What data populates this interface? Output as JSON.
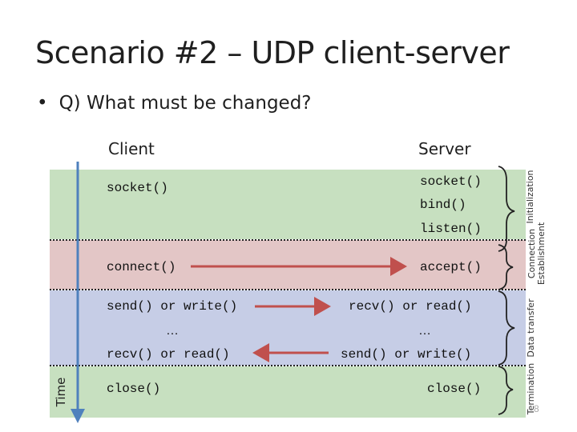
{
  "title": "Scenario #2 – UDP client-server",
  "bullet": {
    "marker": "•",
    "text": "Q) What must be changed?"
  },
  "columns": {
    "client": "Client",
    "server": "Server"
  },
  "time_label": "Time",
  "phases": {
    "initialization": "Initialization",
    "connection_line1": "Connection",
    "connection_line2": "Establishment",
    "data_transfer": "Data transfer",
    "termination": "Termination"
  },
  "client_calls": {
    "socket": "socket()",
    "connect": "connect()",
    "send": "send() or write()",
    "ellipsis": "…",
    "recv": "recv() or read()",
    "close": "close()"
  },
  "server_calls": {
    "socket": "socket()",
    "bind": "bind()",
    "listen": "listen()",
    "accept": "accept()",
    "recv": "recv() or read()",
    "ellipsis": "…",
    "send": "send() or write()",
    "close": "close()"
  },
  "page_number": "8",
  "colors": {
    "init_band": "#c7e0c0",
    "connection_band": "#e3c6c6",
    "data_band": "#c6cde6",
    "termination_band": "#c7e0c0",
    "arrow_red": "#c0504d",
    "time_arrow": "#4f81bd"
  }
}
